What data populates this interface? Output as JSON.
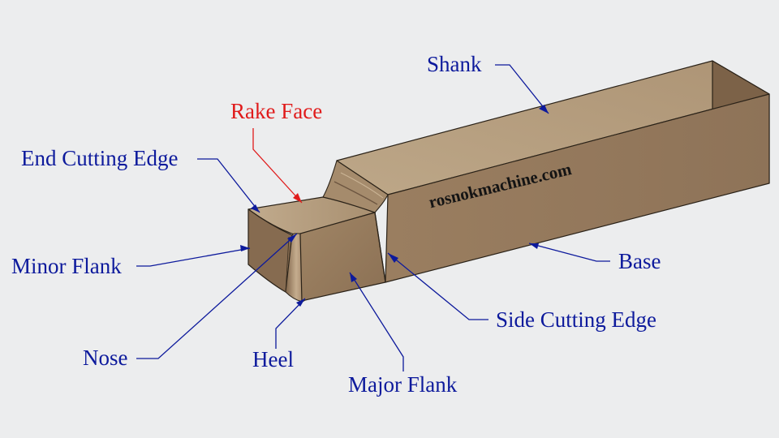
{
  "labels": {
    "shank": "Shank",
    "rake_face": "Rake Face",
    "end_cutting_edge": "End Cutting Edge",
    "minor_flank": "Minor Flank",
    "base": "Base",
    "side_cutting_edge": "Side Cutting Edge",
    "nose": "Nose",
    "heel": "Heel",
    "major_flank": "Major Flank"
  },
  "watermark": "rosnokmachine.com",
  "colors": {
    "background": "#ecedee",
    "label": "#0d1a9c",
    "highlight_label": "#e01b1b",
    "tool_top": "#b9a184",
    "tool_side": "#977b5e",
    "tool_end": "#8a6e52",
    "outline": "#2a2218"
  }
}
